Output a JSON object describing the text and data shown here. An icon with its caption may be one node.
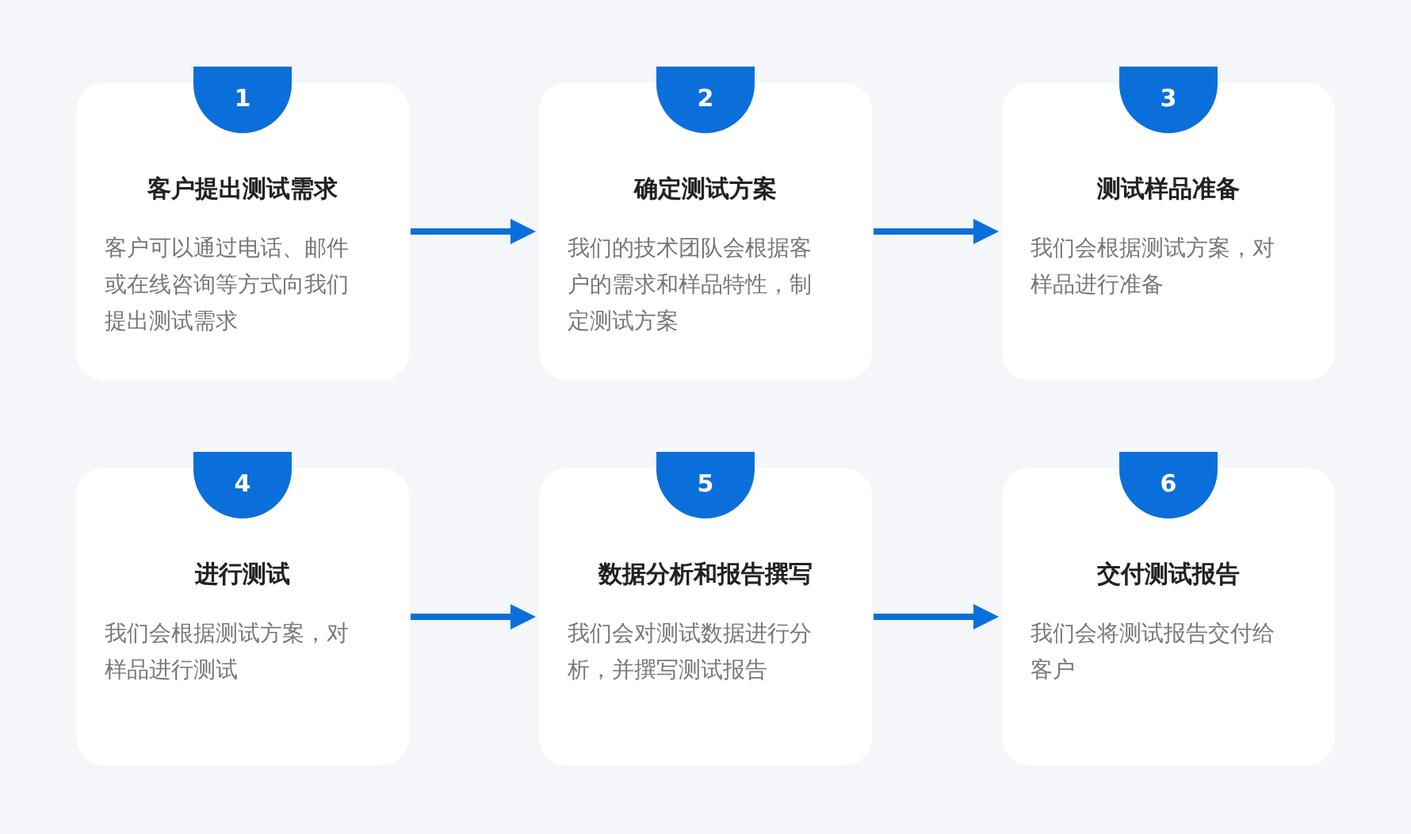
{
  "diagram": {
    "nodes": [
      {
        "text": [
          "1"
        ]
      },
      {
        "text": [
          "客户提出测试需求",
          "客户可以通过电话、邮件或在线咨询等方式向我们提出测试需求"
        ]
      },
      {
        "text": [
          "2"
        ]
      },
      {
        "text": [
          "确定测试方案",
          "我们的技术团队会根据客户的需求和样品特性，制定测试方案"
        ]
      },
      {
        "text": [
          "3"
        ]
      },
      {
        "text": [
          "测试样品准备",
          "我们会根据测试方案，对样品进行准备"
        ]
      },
      {
        "text": [
          "4"
        ]
      },
      {
        "text": [
          "进行测试",
          "我们会根据测试方案，对样品进行测试"
        ]
      },
      {
        "text": [
          "5"
        ]
      },
      {
        "text": [
          "数据分析和报告撰写",
          "我们会对测试数据进行分析，并撰写测试报告"
        ]
      },
      {
        "text": [
          "6"
        ]
      },
      {
        "text": [
          "交付测试报告",
          "我们会将测试报告交付给客户"
        ]
      }
    ],
    "edges": [
      {
        "from": 1,
        "to": 3,
        "arrow": "to"
      },
      {
        "from": 3,
        "to": 5,
        "arrow": "to"
      },
      {
        "from": 7,
        "to": 9,
        "arrow": "to"
      },
      {
        "from": 9,
        "to": 11,
        "arrow": "to"
      }
    ]
  }
}
